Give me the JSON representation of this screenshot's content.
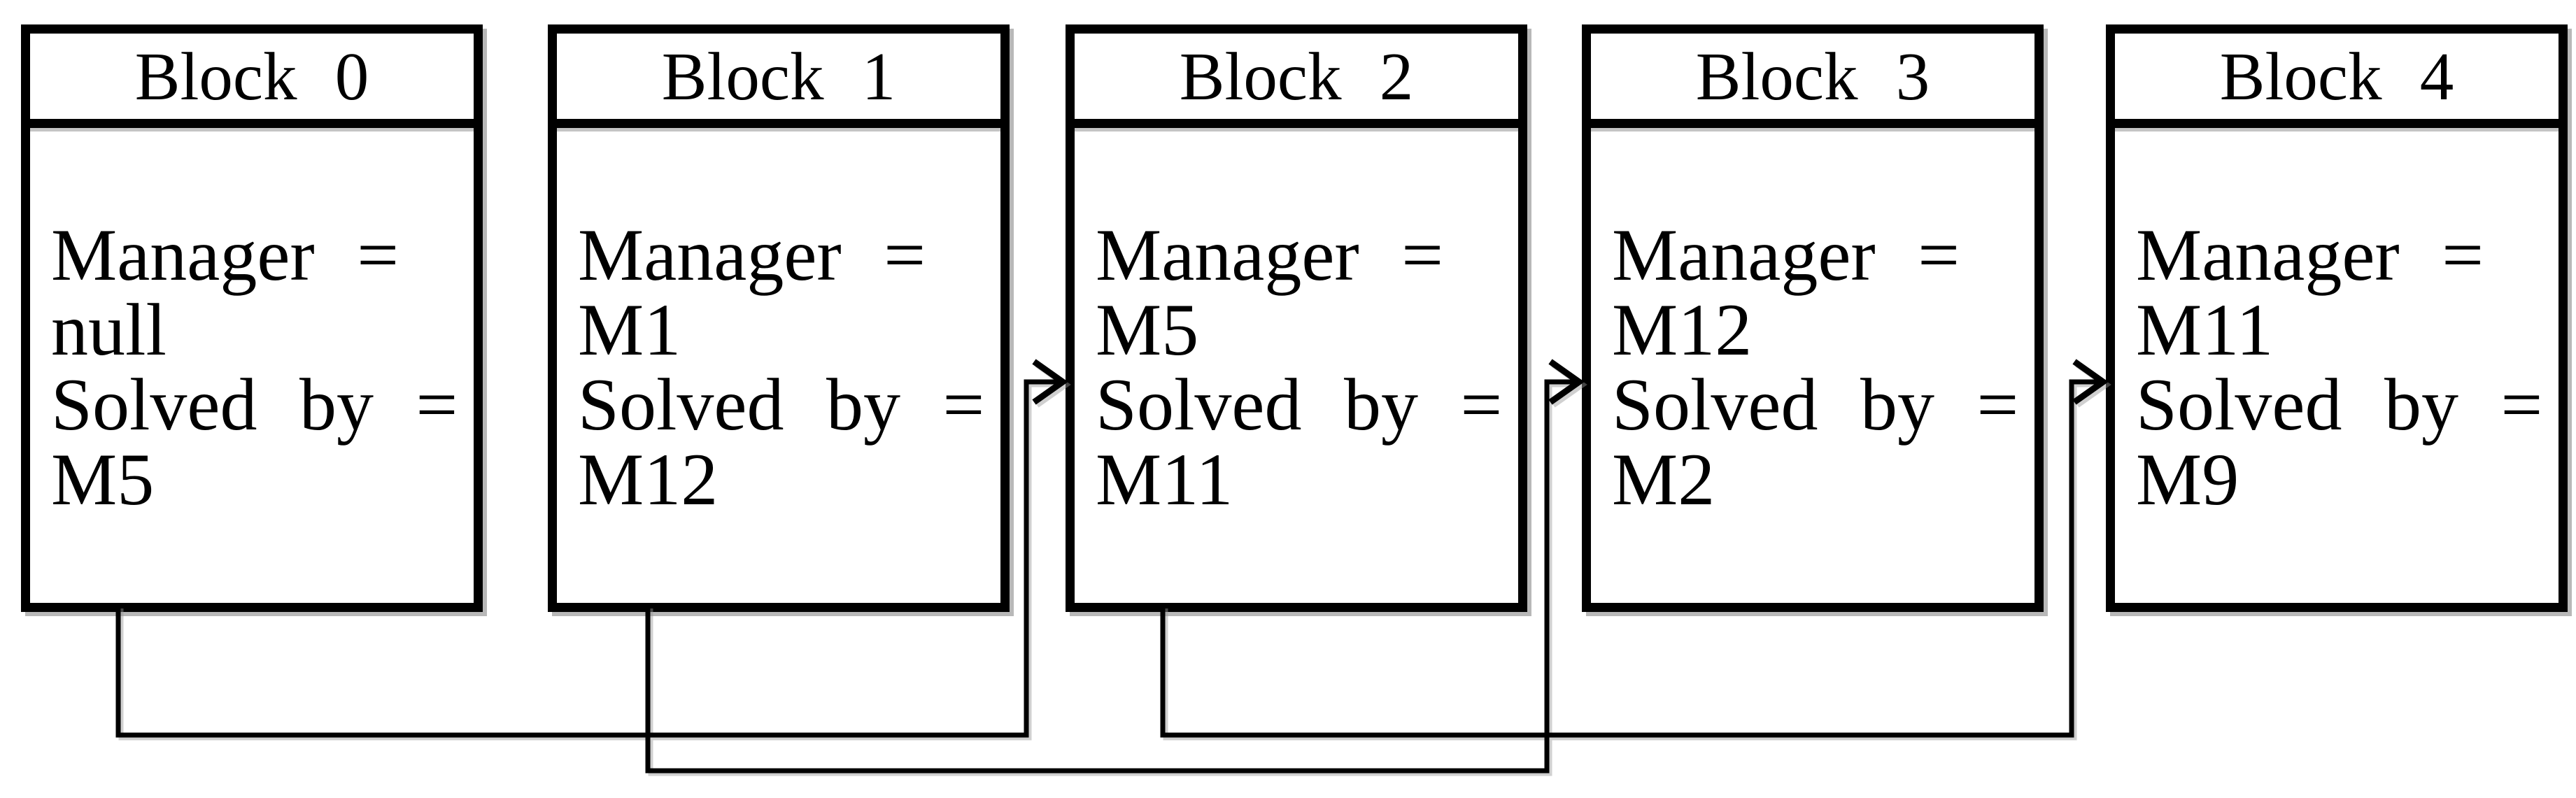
{
  "diagram": {
    "description_colors": {
      "border": "#000000",
      "text": "#000000",
      "background": "#ffffff",
      "shadow": "#b8b8b8"
    },
    "blocks": [
      {
        "title": "Block 0",
        "lines": [
          "Manager =",
          "null",
          "Solved by =",
          "M5"
        ]
      },
      {
        "title": "Block 1",
        "lines": [
          "Manager =",
          "M1",
          "Solved by =",
          "M12"
        ]
      },
      {
        "title": "Block 2",
        "lines": [
          "Manager =",
          "M5",
          "Solved by =",
          "M11"
        ]
      },
      {
        "title": "Block 3",
        "lines": [
          "Manager =",
          "M12",
          "Solved by =",
          "M2"
        ]
      },
      {
        "title": "Block 4",
        "lines": [
          "Manager =",
          "M11",
          "Solved by =",
          "M9"
        ]
      }
    ],
    "connectors": [
      {
        "from": "Block 0",
        "to": "Block 2"
      },
      {
        "from": "Block 1",
        "to": "Block 3"
      },
      {
        "from": "Block 2",
        "to": "Block 4"
      }
    ]
  }
}
